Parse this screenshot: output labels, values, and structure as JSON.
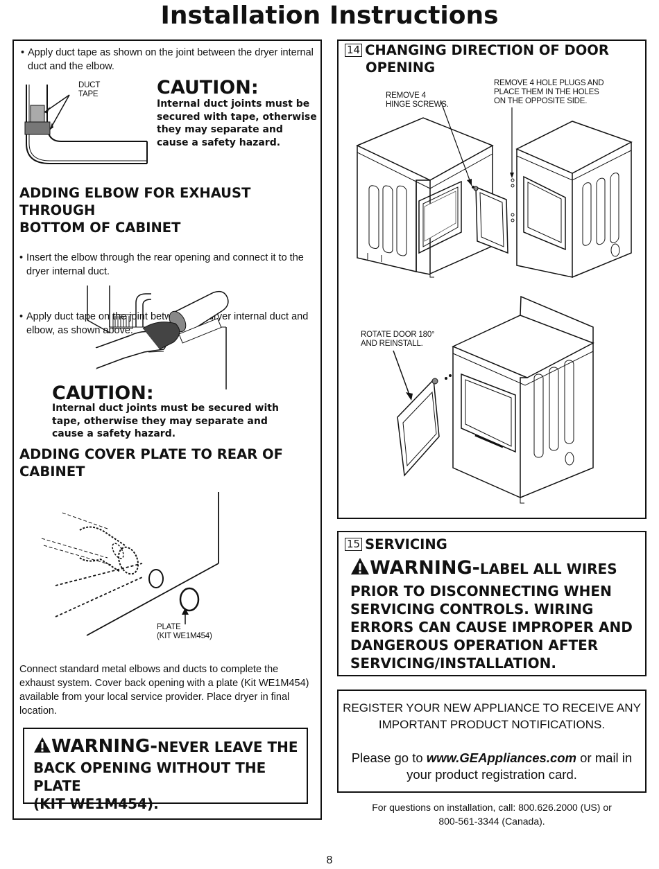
{
  "page_title": "Installation Instructions",
  "left": {
    "intro_bullet": "Apply duct tape as shown on the joint between the dryer internal duct and the elbow.",
    "duct_tape_label_1": "DUCT",
    "duct_tape_label_2": "TAPE",
    "caution1_heading": "CAUTION:",
    "caution1_text": "Internal duct joints must be secured with tape, otherwise they may separate and cause a safety hazard.",
    "elbow_heading_1": "ADDING ELBOW FOR EXHAUST THROUGH",
    "elbow_heading_2": "BOTTOM OF CABINET",
    "elbow_bullet_1": "Insert the elbow through the rear opening and connect it to the dryer internal duct.",
    "elbow_bullet_2": "Apply duct tape on the joint between the dryer internal duct and elbow, as shown above.",
    "caution2_heading": "CAUTION:",
    "caution2_text": "Internal duct joints must be secured with tape, otherwise they may separate and cause a safety hazard.",
    "cover_heading_1": "ADDING COVER PLATE TO REAR OF",
    "cover_heading_2": "CABINET",
    "plate_label_1": "PLATE",
    "plate_label_2": "(KIT WE1M454)",
    "connect_text": "Connect standard metal elbows and ducts to complete the exhaust system. Cover back opening with a plate (Kit WE1M454) available from your local service provider. Place dryer in final location.",
    "warning_word": "WARNING-",
    "warning_rest_1": "NEVER LEAVE THE",
    "warning_rest_2": "BACK OPENING WITHOUT THE PLATE",
    "warning_rest_3": "(KIT WE1M454)."
  },
  "section14": {
    "number": "14",
    "heading_1": "CHANGING DIRECTION OF DOOR",
    "heading_2": "OPENING",
    "label_hinge_1": "REMOVE 4",
    "label_hinge_2": "HINGE SCREWS.",
    "label_plugs_1": "REMOVE 4 HOLE PLUGS AND",
    "label_plugs_2": "PLACE THEM IN THE HOLES",
    "label_plugs_3": "ON THE OPPOSITE SIDE.",
    "label_rotate_1": "ROTATE DOOR 180°",
    "label_rotate_2": "AND REINSTALL."
  },
  "section15": {
    "number": "15",
    "heading": "SERVICING",
    "warning_word": "WARNING-",
    "warning_first": "LABEL ALL WIRES",
    "warning_lines": [
      "PRIOR TO DISCONNECTING WHEN",
      "SERVICING CONTROLS. WIRING",
      "ERRORS CAN CAUSE IMPROPER AND",
      "DANGEROUS OPERATION AFTER",
      "SERVICING/INSTALLATION."
    ]
  },
  "register": {
    "line_1": "REGISTER YOUR NEW APPLIANCE TO RECEIVE ANY",
    "line_2": "IMPORTANT PRODUCT NOTIFICATIONS.",
    "go_pre": "Please go to ",
    "url": "www.GEAppliances.com",
    "go_post": " or mail in",
    "line_4": "your product registration card."
  },
  "questions": {
    "line_1": "For questions on installation, call: 800.626.2000 (US) or",
    "line_2": "800-561-3344 (Canada)."
  },
  "page_number": "8"
}
